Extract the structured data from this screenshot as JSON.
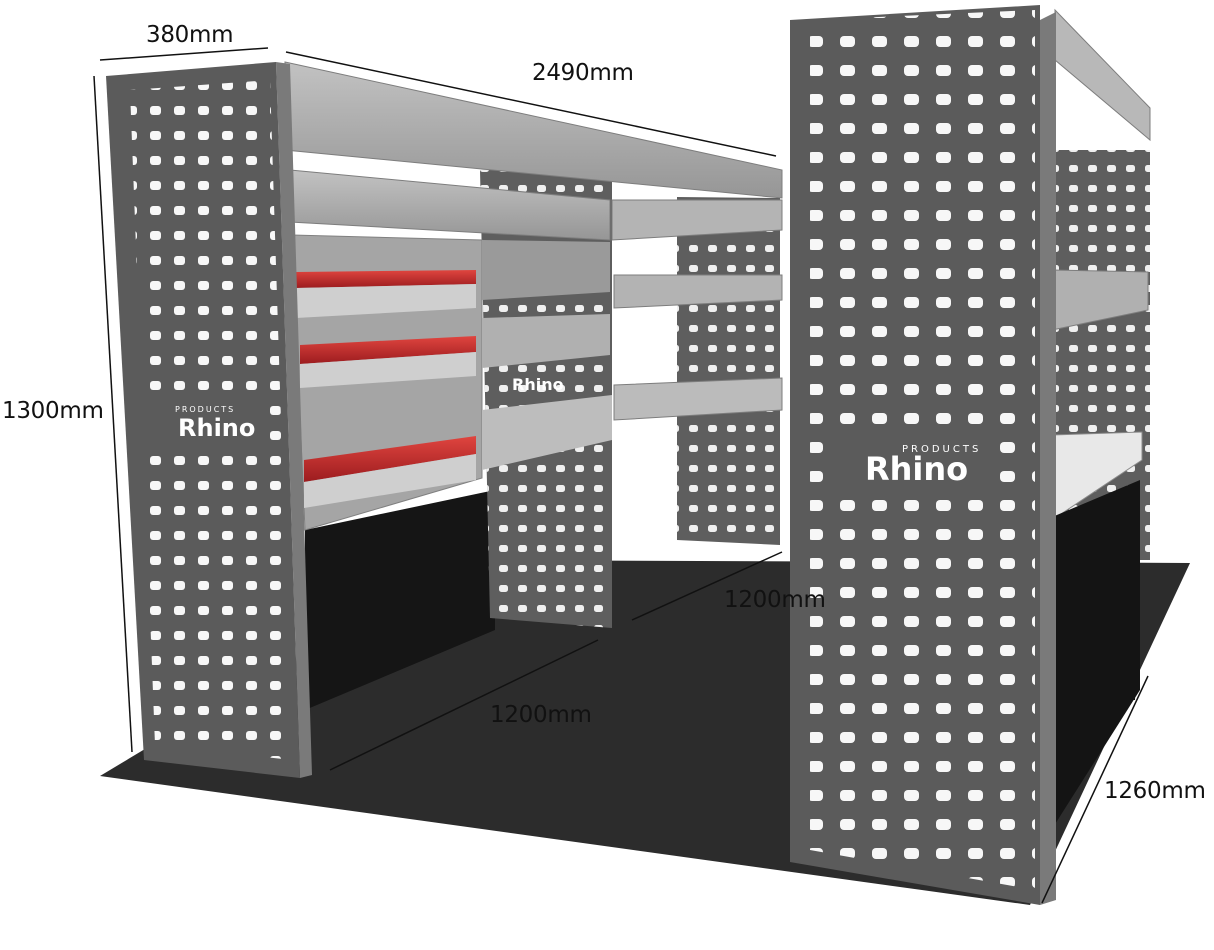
{
  "dimensions": {
    "depth_top": "380mm",
    "length_top": "2490mm",
    "height_left": "1300mm",
    "left_unit_length": "1200mm",
    "right_unit_length": "1200mm",
    "right_depth": "1260mm"
  },
  "logos": {
    "brand": "Rhino",
    "brand_sub": "PRODUCTS"
  },
  "colors": {
    "panel": "#5d5d5d",
    "shelf": "#a9a9a9",
    "floor": "#2c2c2c",
    "drawer_accent": "#c0262a"
  }
}
